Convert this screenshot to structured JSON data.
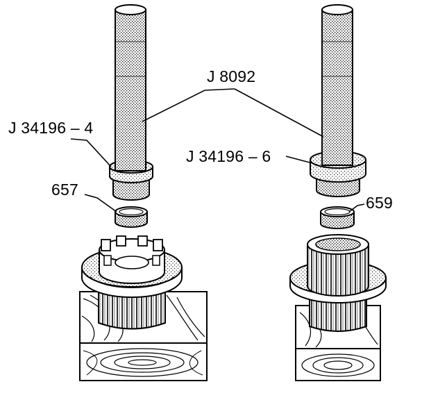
{
  "labels": {
    "tool_shaft": "J 8092",
    "installer_left": "J 34196 – 4",
    "installer_right": "J 34196 – 6",
    "bearing_left": "657",
    "bearing_right": "659"
  },
  "colors": {
    "ink": "#000000",
    "paper": "#ffffff",
    "shade": "#9a9a9a",
    "light_shade": "#d0d0d0"
  }
}
